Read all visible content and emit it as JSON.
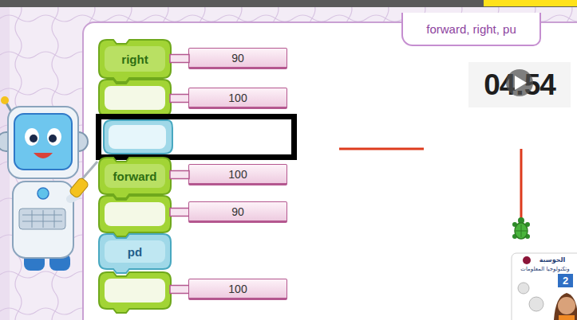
{
  "diagram": {
    "nodes": [
      {
        "text": [
          "right"
        ]
      },
      {
        "text": [
          "90"
        ]
      },
      {
        "text": [
          "100"
        ]
      },
      {
        "text": [
          "forward"
        ]
      },
      {
        "text": [
          "100"
        ]
      },
      {
        "text": [
          "90"
        ]
      },
      {
        "text": [
          "pd"
        ]
      },
      {
        "text": [
          "100"
        ]
      },
      {
        "text": [
          "forward, right, pu"
        ]
      }
    ],
    "edges": [
      {
        "from": 0,
        "to": 1,
        "arrow": "none"
      },
      {
        "from": 3,
        "to": 4,
        "arrow": "none"
      }
    ],
    "labels": [
      "04:54",
      "الحوسبة",
      "وتكنولوجيا المعلومات",
      "2"
    ]
  }
}
